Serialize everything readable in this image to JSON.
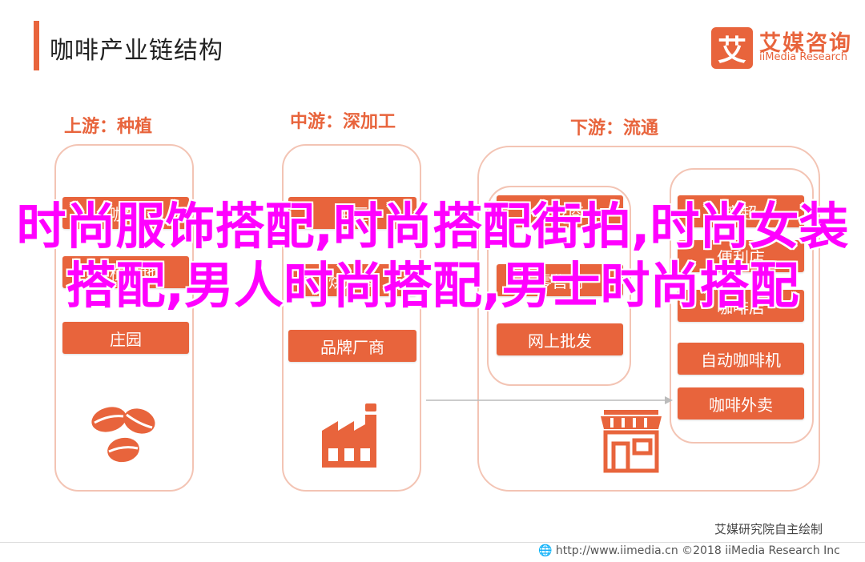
{
  "header": {
    "title": "咖啡产业链结构",
    "logo_mark": "艾",
    "logo_cn": "艾媒咨询",
    "logo_en": "iiMedia Research"
  },
  "stages": {
    "upstream": {
      "title": "上游：种植",
      "items": [
        "咖农",
        "种植基地",
        "庄园"
      ],
      "icon": "coffee-beans-icon"
    },
    "midstream": {
      "title": "中游：深加工",
      "items": [
        "生豆",
        "烘焙商",
        "品牌厂商"
      ],
      "icon": "factory-icon"
    },
    "downstream": {
      "title": "下游：流通",
      "channels": [
        "批发商",
        "零售商",
        "网上批发"
      ],
      "outlets": [
        "商超",
        "便利店",
        "咖啡店",
        "自动咖啡机",
        "咖啡外卖"
      ],
      "icon": "store-icon"
    }
  },
  "overlay_text": "时尚服饰搭配,时尚搭配街拍,时尚女装搭配,男人时尚搭配,男士时尚搭配",
  "credit": "艾媒研究院自主绘制",
  "footer": "http://www.iimedia.cn   ©2018  iiMedia Research  Inc",
  "colors": {
    "accent": "#e8643c",
    "outline": "#f3c4b4",
    "overlay": "#ff00ff"
  }
}
